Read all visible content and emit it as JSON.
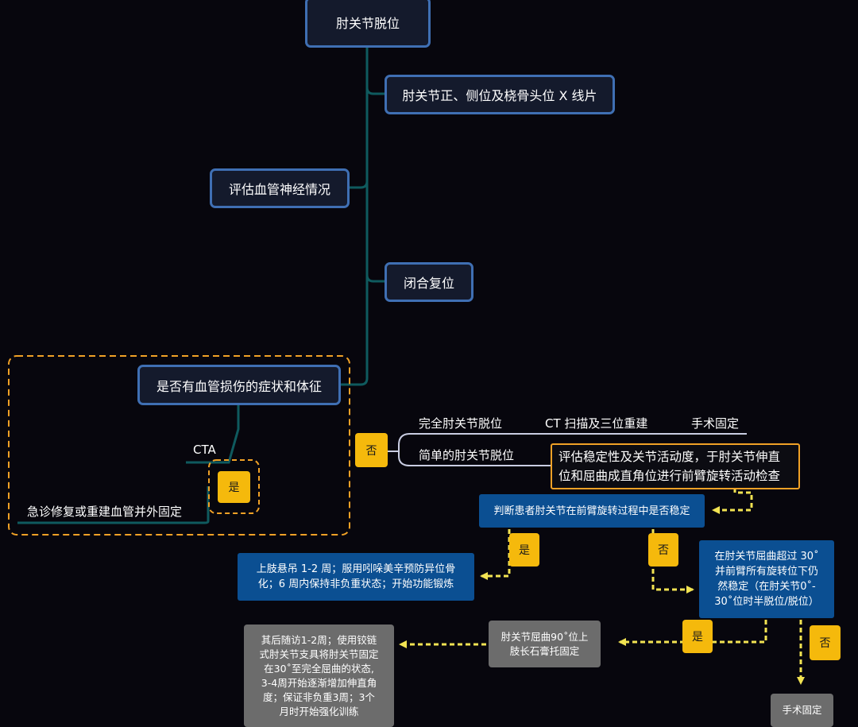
{
  "nodes": {
    "root": "肘关节脱位",
    "xray": "肘关节正、侧位及桡骨头位 X 线片",
    "neuro": "评估血管神经情况",
    "reduction": "闭合复位",
    "vascular_q": "是否有血管损伤的症状和体征",
    "cta": "CTA",
    "yes_vascular": "是",
    "emergency": "急诊修复或重建血管并外固定",
    "no_vascular": "否",
    "complete": "完全肘关节脱位",
    "ct": "CT 扫描及三位重建",
    "surgery1": "手术固定",
    "simple": "简单的肘关节脱位",
    "evaluate_line1": "评估稳定性及关节活动度，于肘关节伸直",
    "evaluate_line2": "位和屈曲成直角位进行前臂旋转活动检查",
    "judge": "判断患者肘关节在前臂旋转过程中是否稳定",
    "yes_stable": "是",
    "no_stable": "否",
    "sling_line1": "上肢悬吊 1-2  周；服用吲哚美辛预防异位骨",
    "sling_line2": "化；6 周内保持非负重状态；开始功能锻炼",
    "flex_line1": "在肘关节屈曲超过 30˚",
    "flex_line2": "并前臂所有旋转位下仍",
    "flex_line3": "然稳定（在肘关节0˚-",
    "flex_line4": "30˚位时半脱位/脱位）",
    "yes_flex": "是",
    "no_flex": "否",
    "cast_line1": "肘关节屈曲90˚位上",
    "cast_line2": "肢长石膏托固定",
    "followup_line1": "其后随访1-2周；使用铰链",
    "followup_line2": "式肘关节支具将肘关节固定",
    "followup_line3": "在30˚至完全屈曲的状态,",
    "followup_line4": "3-4周开始逐渐增加伸直角",
    "followup_line5": "度；保证非负重3周；3个",
    "followup_line6": "月时开始强化训练",
    "surgery2": "手术固定"
  },
  "colors": {
    "background": "#07060d",
    "teal_line": "#0f5a5e",
    "node_border": "#3f6fb3",
    "dashed_orange": "#f0a126",
    "arrow_yellow": "#f2e352",
    "yes_badge": "#f5b90c",
    "blue_node": "#0b4f92",
    "gray_node": "#6c6c6c"
  }
}
